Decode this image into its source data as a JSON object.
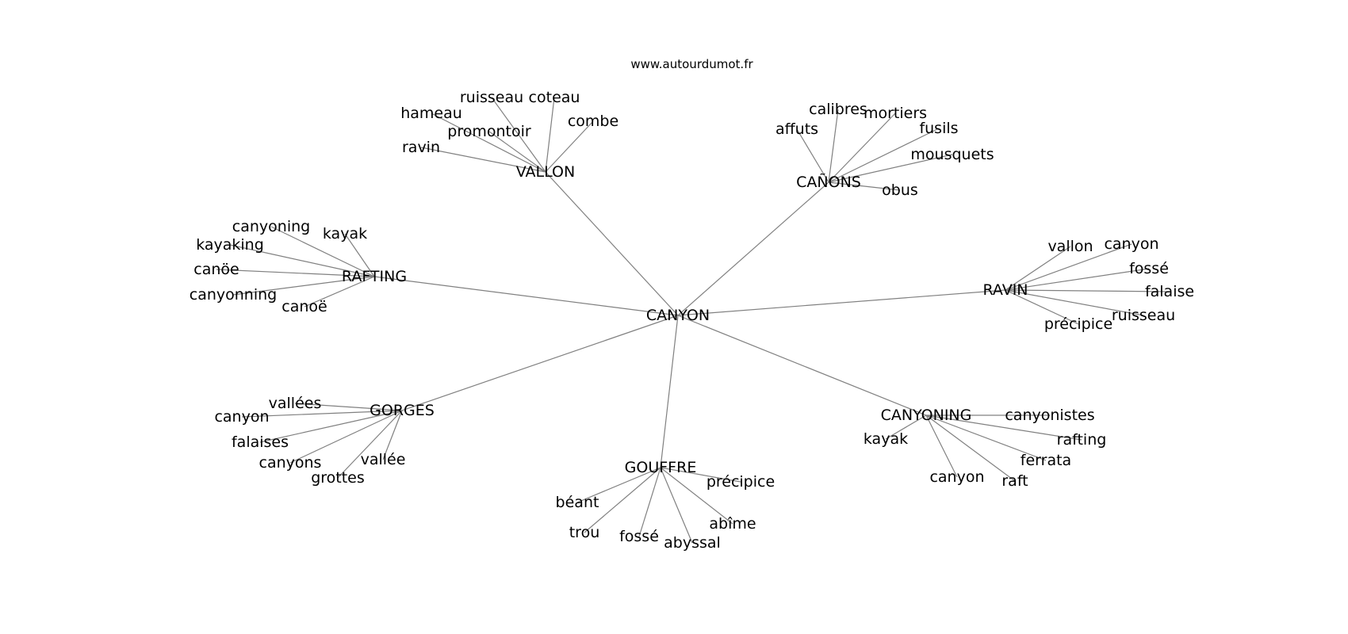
{
  "site": "www.autourdumot.fr",
  "graph": {
    "center": "CANYON",
    "hubs": [
      {
        "key": "vallon",
        "label": "VALLON",
        "leaves": [
          "ravin",
          "hameau",
          "promontoir",
          "ruisseau",
          "coteau",
          "combe"
        ]
      },
      {
        "key": "canons",
        "label": "CAÑONS",
        "leaves": [
          "affuts",
          "calibres",
          "mortiers",
          "fusils",
          "mousquets",
          "obus"
        ]
      },
      {
        "key": "rafting",
        "label": "RAFTING",
        "leaves": [
          "canyoning",
          "kayak",
          "kayaking",
          "canöe",
          "canyonning",
          "canoë"
        ]
      },
      {
        "key": "ravin",
        "label": "RAVIN",
        "leaves": [
          "vallon",
          "canyon",
          "fossé",
          "falaise",
          "ruisseau",
          "précipice"
        ]
      },
      {
        "key": "gorges",
        "label": "GORGES",
        "leaves": [
          "vallées",
          "canyon",
          "falaises",
          "canyons",
          "grottes",
          "vallée"
        ]
      },
      {
        "key": "gouffre",
        "label": "GOUFFRE",
        "leaves": [
          "précipice",
          "béant",
          "abîme",
          "trou",
          "fossé",
          "abyssal"
        ]
      },
      {
        "key": "canyoning",
        "label": "CANYONING",
        "leaves": [
          "canyonistes",
          "kayak",
          "rafting",
          "ferrata",
          "canyon",
          "raft"
        ]
      }
    ]
  }
}
